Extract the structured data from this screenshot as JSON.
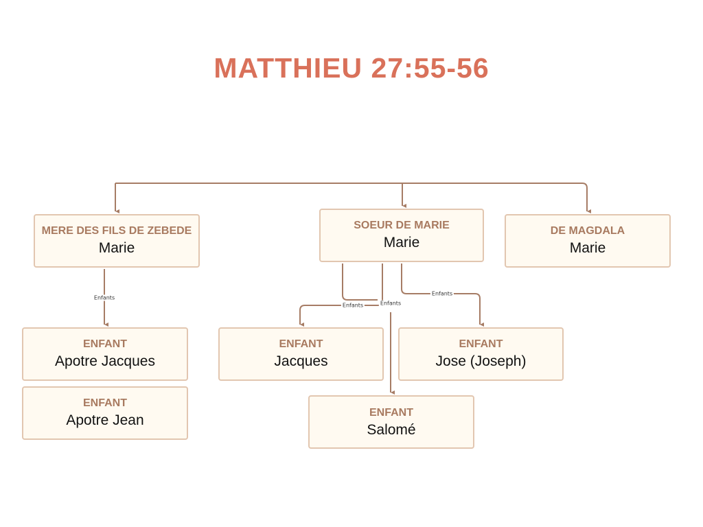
{
  "title": "MATTHIEU 27:55-56",
  "edge_label": "Enfants",
  "nodes": {
    "marie_zebede": {
      "role": "MERE DES FILS DE ZEBEDE",
      "name": "Marie"
    },
    "marie_soeur": {
      "role": "SOEUR DE MARIE",
      "name": "Marie"
    },
    "marie_magdala": {
      "role": "DE MAGDALA",
      "name": "Marie"
    },
    "apotre_jacques": {
      "role": "ENFANT",
      "name": "Apotre Jacques"
    },
    "apotre_jean": {
      "role": "ENFANT",
      "name": "Apotre Jean"
    },
    "jacques": {
      "role": "ENFANT",
      "name": "Jacques"
    },
    "jose": {
      "role": "ENFANT",
      "name": "Jose (Joseph)"
    },
    "salome": {
      "role": "ENFANT",
      "name": "Salomé"
    }
  },
  "colors": {
    "title": "#d9715a",
    "line": "#a67c65",
    "border": "#e2c6b0",
    "fill": "#fffaf1"
  }
}
